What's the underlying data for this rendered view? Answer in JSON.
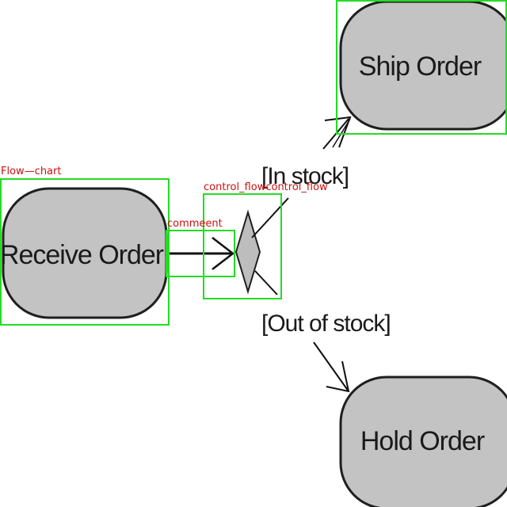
{
  "diagram": {
    "nodes": {
      "receive": "Receive Order",
      "ship": "Ship Order",
      "hold": "Hold Order"
    },
    "guards": {
      "in_stock": "[In stock]",
      "out_of_stock": "[Out of stock]"
    }
  },
  "annotations": {
    "flow_chart": "Flow—chart",
    "comment": "commeent",
    "control_flow": "control_flowcontrol_flow"
  },
  "colors": {
    "node_fill": "#c3c3c3",
    "node_stroke": "#1f1f1f",
    "annotation_box": "#22dd22",
    "annotation_text": "#cc1111"
  }
}
